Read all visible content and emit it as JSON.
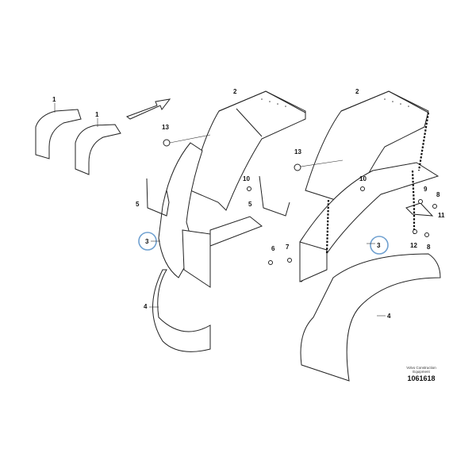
{
  "diagram": {
    "labels": {
      "part_1a": "1",
      "part_1b": "1",
      "part_2a": "2",
      "part_2b": "2",
      "part_3a": "3",
      "part_3b": "3",
      "part_4a": "4",
      "part_4b": "4",
      "part_5a": "5",
      "part_5b": "5",
      "part_6": "6",
      "part_7": "7",
      "part_8a": "8",
      "part_8b": "8",
      "part_9": "9",
      "part_10a": "10",
      "part_10b": "10",
      "part_11": "11",
      "part_12": "12",
      "part_13a": "13",
      "part_13b": "13"
    },
    "highlight_color": "#6fa0d0",
    "caption": {
      "line1": "Volvo Construction",
      "line2": "Equipment",
      "drawing_number": "1061618"
    }
  }
}
